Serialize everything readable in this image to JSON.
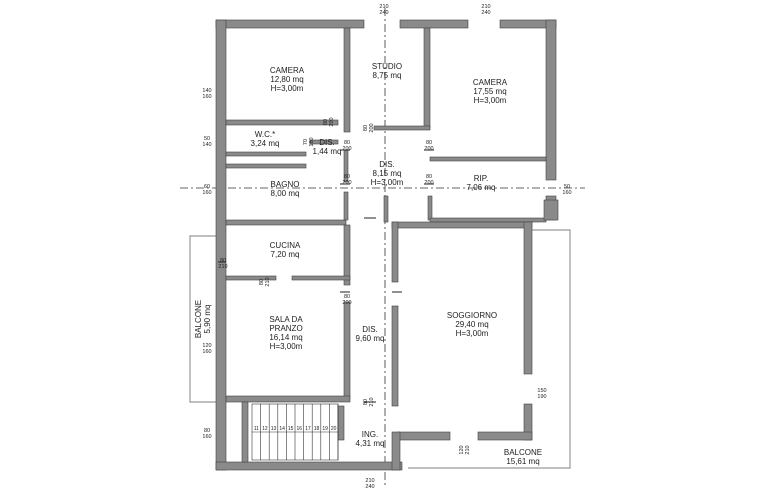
{
  "rooms": {
    "camera1": {
      "name": "CAMERA",
      "area": "12,80 mq",
      "height": "H=3,00m"
    },
    "studio": {
      "name": "STUDIO",
      "area": "8,75 mq"
    },
    "camera2": {
      "name": "CAMERA",
      "area": "17,55 mq",
      "height": "H=3,00m"
    },
    "wc": {
      "name": "W.C.*",
      "area": "3,24 mq"
    },
    "dis1": {
      "name": "DIS.",
      "area": "1,44 mq"
    },
    "dis2": {
      "name": "DIS.",
      "area": "8,15 mq",
      "height": "H=3,00m"
    },
    "rip": {
      "name": "RIP.",
      "area": "7,06 mq"
    },
    "bagno": {
      "name": "BAGNO",
      "area": "8,00 mq"
    },
    "cucina": {
      "name": "CUCINA",
      "area": "7,20 mq"
    },
    "sala": {
      "name1": "SALA DA",
      "name2": "PRANZO",
      "area": "16,14 mq",
      "height": "H=3,00m"
    },
    "dis3": {
      "name": "DIS.",
      "area": "9,60 mq"
    },
    "soggiorno": {
      "name": "SOGGIORNO",
      "area": "29,40 mq",
      "height": "H=3,00m"
    },
    "ing": {
      "name": "ING.",
      "area": "4,31 mq"
    },
    "balcone1": {
      "name": "BALCONE",
      "area": "5,90 mq"
    },
    "balcone2": {
      "name": "BALCONE",
      "area": "15,61 mq"
    }
  },
  "dims": {
    "d1": [
      "210",
      "240"
    ],
    "d2": [
      "210",
      "240"
    ],
    "d3": [
      "140",
      "160"
    ],
    "d4": [
      "50",
      "140"
    ],
    "d5": [
      "60",
      "160"
    ],
    "d6": [
      "50",
      "160"
    ],
    "d7": [
      "80",
      "210"
    ],
    "d8": [
      "120",
      "160"
    ],
    "d9": [
      "80",
      "160"
    ],
    "d10": [
      "80",
      "200"
    ],
    "d11": [
      "80",
      "200"
    ],
    "d12": [
      "80",
      "200"
    ],
    "d13": [
      "80",
      "200"
    ],
    "d14": [
      "80",
      "200"
    ],
    "d15": [
      "150",
      "190"
    ],
    "d16": [
      "80",
      "210"
    ],
    "d17": [
      "210",
      "240"
    ],
    "d18": [
      "120",
      "210"
    ],
    "d19": [
      "80",
      "210"
    ],
    "d20": [
      "80",
      "200"
    ],
    "d21": [
      "80",
      "200"
    ],
    "d22": [
      "70",
      "180"
    ]
  },
  "stairs": [
    "11",
    "12",
    "13",
    "14",
    "15",
    "16",
    "17",
    "18",
    "19",
    "20"
  ],
  "colors": {
    "wall": "#888888",
    "wallEdge": "#444444",
    "line": "#333333"
  }
}
